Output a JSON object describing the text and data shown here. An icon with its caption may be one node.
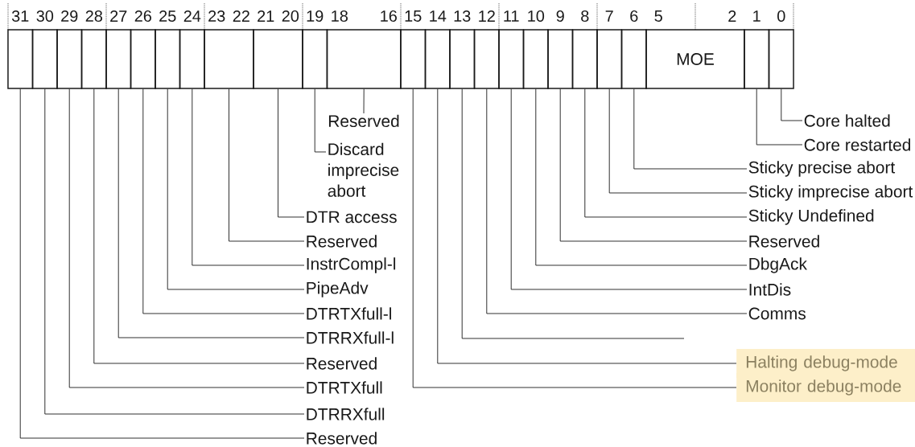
{
  "diagram": {
    "nodes": [
      {
        "text": [],
        "shape": "box"
      },
      {
        "text": [],
        "shape": "box"
      },
      {
        "text": [],
        "shape": "box"
      },
      {
        "text": [],
        "shape": "box"
      },
      {
        "text": [],
        "shape": "box"
      },
      {
        "text": [],
        "shape": "box"
      },
      {
        "text": [],
        "shape": "box"
      },
      {
        "text": [],
        "shape": "box"
      },
      {
        "text": [],
        "shape": "box"
      },
      {
        "text": [],
        "shape": "box"
      },
      {
        "text": [],
        "shape": "box"
      },
      {
        "text": [],
        "shape": "box"
      },
      {
        "text": [],
        "shape": "box"
      },
      {
        "text": [],
        "shape": "box"
      },
      {
        "text": [],
        "shape": "box"
      },
      {
        "text": [],
        "shape": "box"
      },
      {
        "text": [],
        "shape": "box"
      },
      {
        "text": [],
        "shape": "box"
      },
      {
        "text": [],
        "shape": "box"
      },
      {
        "text": [],
        "shape": "box"
      },
      {
        "text": [],
        "shape": "box"
      },
      {
        "text": [],
        "shape": "box"
      },
      {
        "text": [
          "MOE"
        ]
      },
      {
        "text": [],
        "shape": "box"
      },
      {
        "text": [],
        "shape": "box"
      },
      {
        "text": [
          "Core halted"
        ]
      },
      {
        "text": [
          "Core restarted"
        ]
      },
      {
        "text": [
          "Sticky precise abort"
        ]
      },
      {
        "text": [
          "Sticky imprecise abort"
        ]
      },
      {
        "text": [
          "Sticky Undefined"
        ]
      },
      {
        "text": [
          "Reserved"
        ]
      },
      {
        "text": [
          "DbgAck"
        ]
      },
      {
        "text": [
          "IntDis"
        ]
      },
      {
        "text": [
          "Comms"
        ]
      },
      {
        "text": [
          "Halting debug-mode"
        ]
      },
      {
        "text": [
          "Monitor debug-mode"
        ]
      },
      {
        "text": [
          "Reserved"
        ]
      },
      {
        "text": [
          "Discard imprecise abort"
        ]
      },
      {
        "text": [
          "DTR access"
        ]
      },
      {
        "text": [
          "Reserved"
        ]
      },
      {
        "text": [
          "InstrCompl-l"
        ]
      },
      {
        "text": [
          "PipeAdv"
        ]
      },
      {
        "text": [
          "DTRTXfull-l"
        ]
      },
      {
        "text": [
          "DTRRXfull-l"
        ]
      },
      {
        "text": [
          "Reserved"
        ]
      },
      {
        "text": [
          "DTRTXfull"
        ]
      },
      {
        "text": [
          "DTRRXfull"
        ]
      },
      {
        "text": [
          "Reserved"
        ]
      }
    ],
    "edges": [
      {
        "from": 25,
        "to": 24,
        "arrow": "none"
      },
      {
        "from": 26,
        "to": 23,
        "arrow": "none"
      },
      {
        "from": 27,
        "to": 21,
        "arrow": "none"
      },
      {
        "from": 28,
        "to": 20,
        "arrow": "none"
      },
      {
        "from": 29,
        "to": 19,
        "arrow": "none"
      },
      {
        "from": 30,
        "to": 18,
        "arrow": "none"
      },
      {
        "from": 31,
        "to": 17,
        "arrow": "none"
      },
      {
        "from": 32,
        "to": 16,
        "arrow": "none"
      },
      {
        "from": 33,
        "to": 15,
        "arrow": "none"
      },
      {
        "from": null,
        "to": 14,
        "arrow": "none"
      },
      {
        "from": 34,
        "to": 13,
        "arrow": "none"
      },
      {
        "from": 35,
        "to": 12,
        "arrow": "none"
      },
      {
        "from": 36,
        "to": 11,
        "arrow": "none"
      },
      {
        "from": 37,
        "to": 10,
        "arrow": "none"
      },
      {
        "from": 38,
        "to": 9,
        "arrow": "none"
      },
      {
        "from": 39,
        "to": 8,
        "arrow": "none"
      },
      {
        "from": 40,
        "to": 7,
        "arrow": "none"
      },
      {
        "from": 41,
        "to": 6,
        "arrow": "none"
      },
      {
        "from": 42,
        "to": 5,
        "arrow": "none"
      },
      {
        "from": 43,
        "to": 4,
        "arrow": "none"
      },
      {
        "from": 44,
        "to": 3,
        "arrow": "none"
      },
      {
        "from": 45,
        "to": 2,
        "arrow": "none"
      },
      {
        "from": 46,
        "to": 1,
        "arrow": "none"
      },
      {
        "from": 47,
        "to": 0,
        "arrow": "none"
      }
    ],
    "labels": [
      "31",
      "30",
      "29",
      "28",
      "27",
      "26",
      "25",
      "24",
      "23",
      "22",
      "21",
      "20",
      "19",
      "18",
      "16",
      "15",
      "14",
      "13",
      "12",
      "11",
      "10",
      "9",
      "8",
      "7",
      "6",
      "5",
      "2",
      "1",
      "0"
    ]
  }
}
